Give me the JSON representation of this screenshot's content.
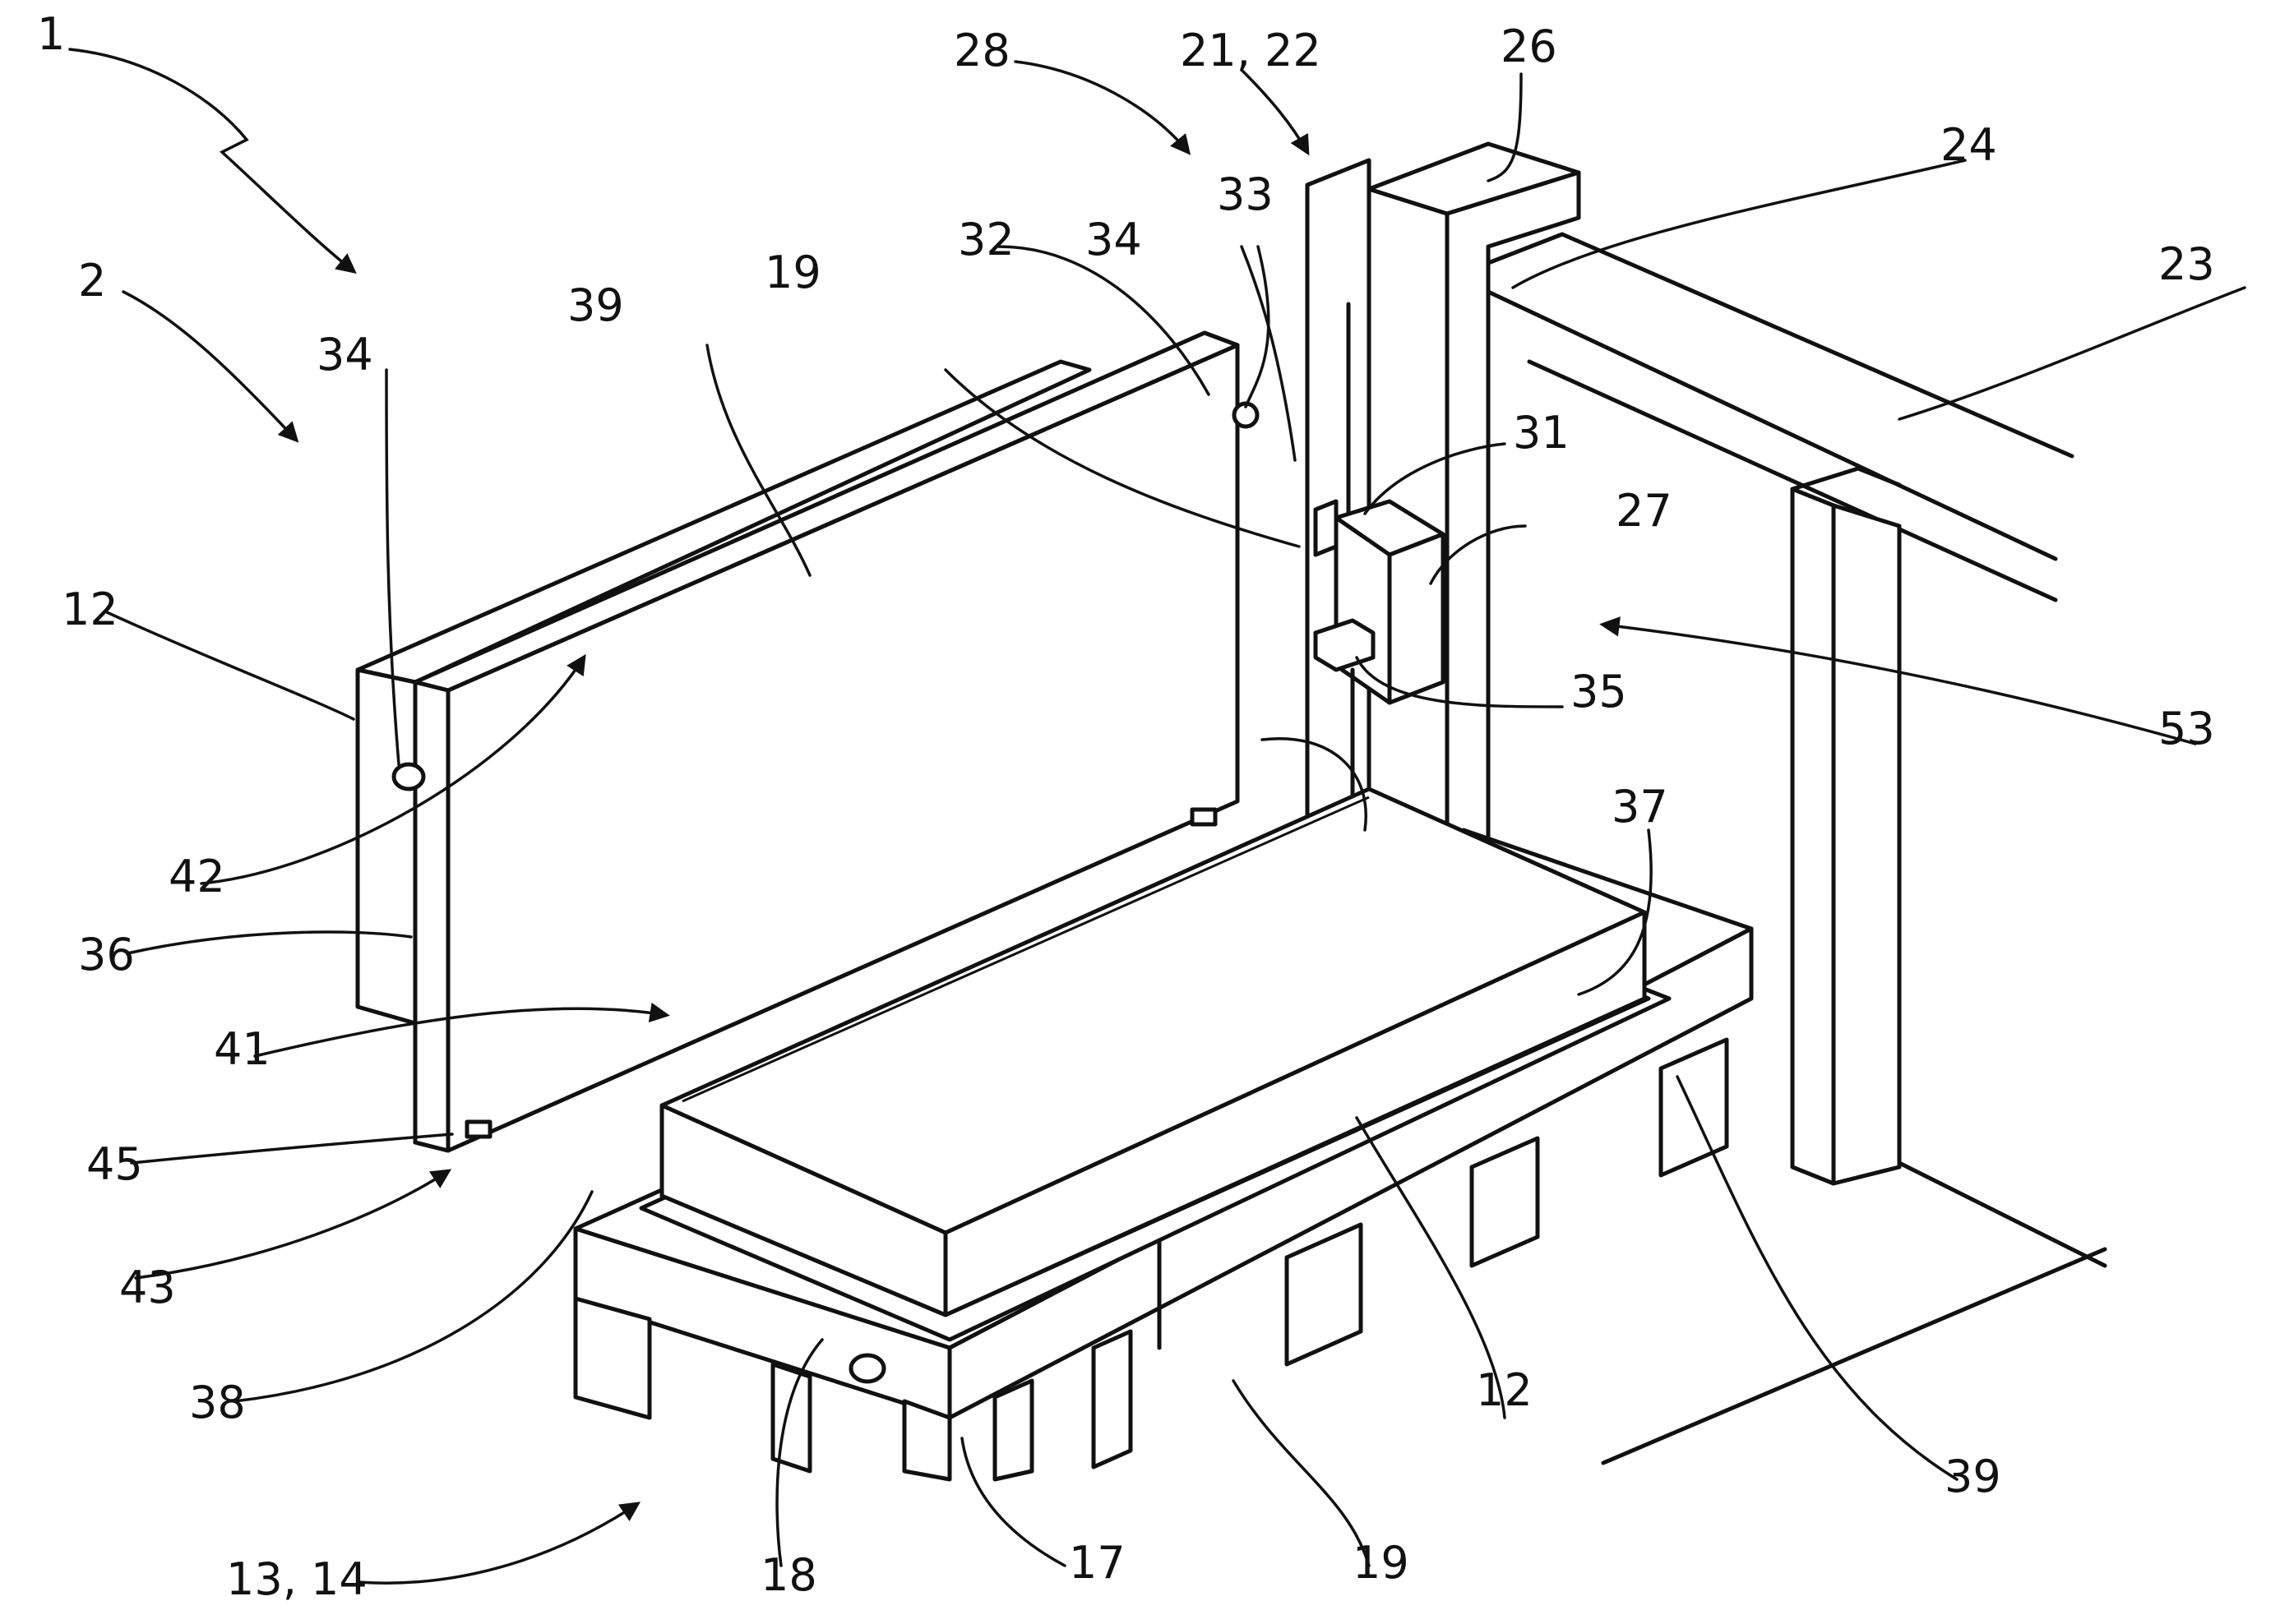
{
  "labels": {
    "l1": "1",
    "l2": "2",
    "l12a": "12",
    "l12b": "12",
    "l13_14": "13, 14",
    "l17": "17",
    "l18": "18",
    "l19a": "19",
    "l19b": "19",
    "l21_22": "21, 22",
    "l23": "23",
    "l24": "24",
    "l26": "26",
    "l27": "27",
    "l28": "28",
    "l31": "31",
    "l32": "32",
    "l33": "33",
    "l34a": "34",
    "l34b": "34",
    "l35": "35",
    "l36": "36",
    "l37": "37",
    "l38": "38",
    "l39a": "39",
    "l39b": "39",
    "l41": "41",
    "l42": "42",
    "l43": "43",
    "l45": "45",
    "l53": "53"
  },
  "colors": {
    "stroke": "#111111",
    "background": "#ffffff"
  }
}
